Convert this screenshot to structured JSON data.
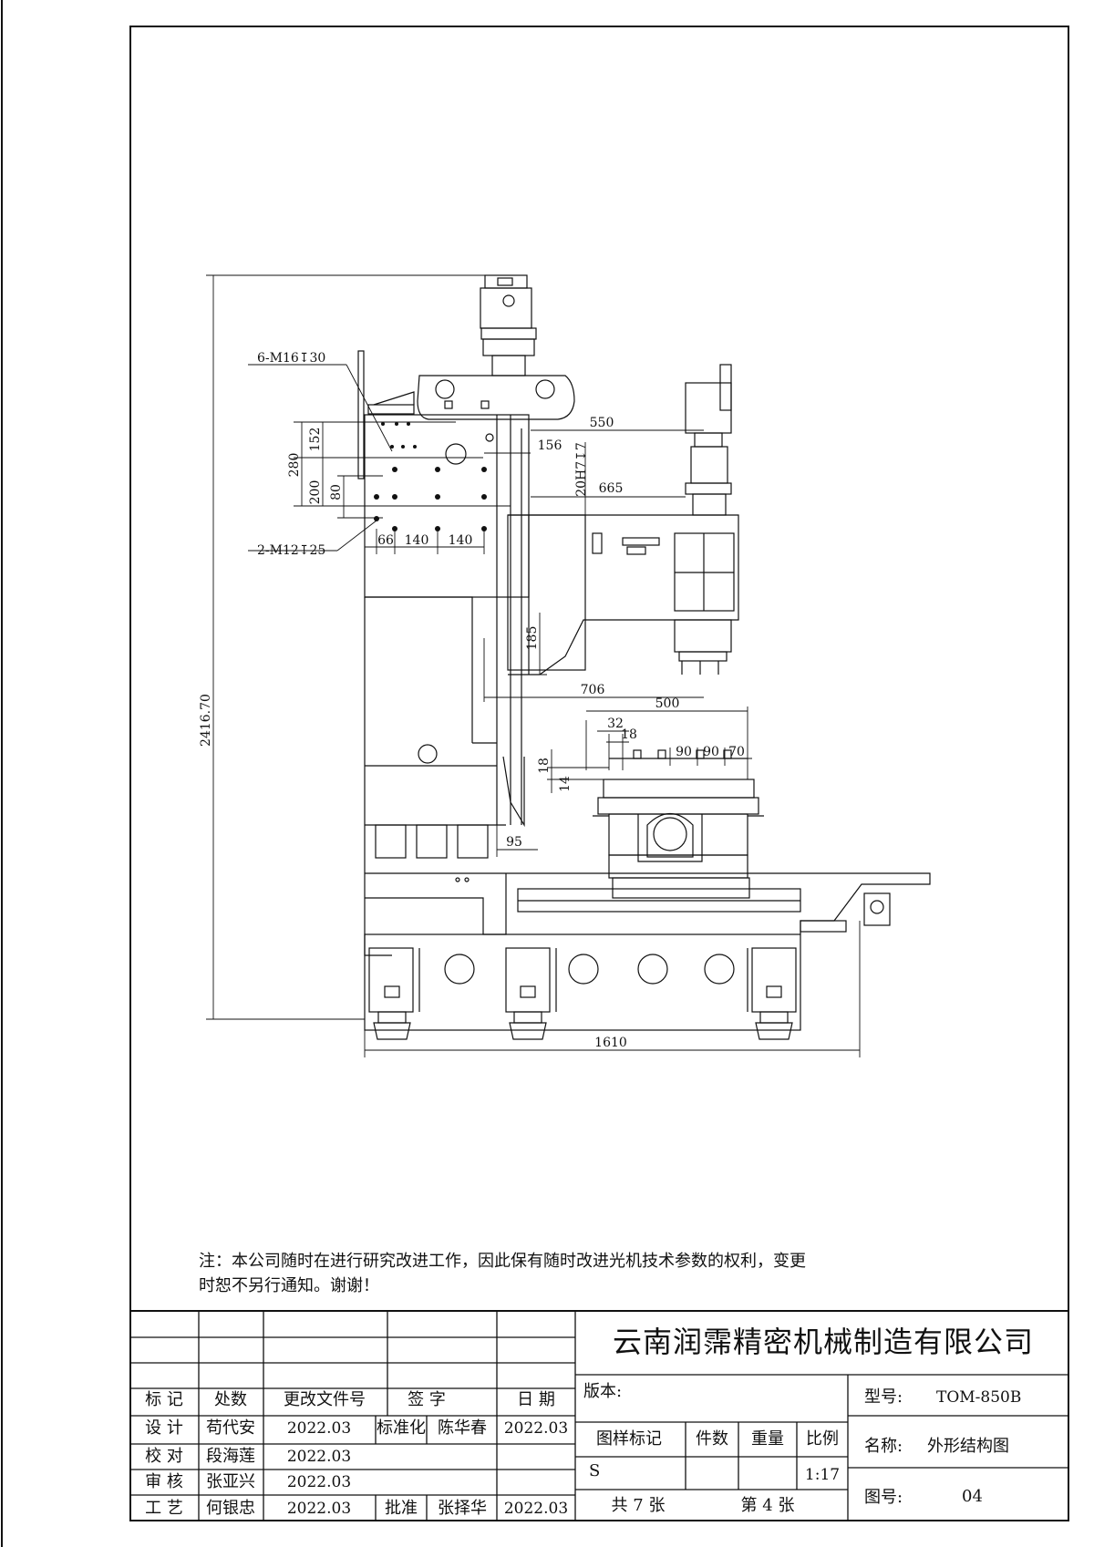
{
  "drawing": {
    "dims": {
      "overall_height": "2416.70",
      "overall_width": "1610",
      "holes_top": "6-M16↧30",
      "holes_bottom": "2-M12↧25",
      "d152": "152",
      "d280": "280",
      "d200": "200",
      "d80": "80",
      "d66": "66",
      "d140a": "140",
      "d140b": "140",
      "d550": "550",
      "d156": "156",
      "d20h7": "20H7↧7",
      "d665": "665",
      "d185": "185",
      "d706": "706",
      "d500": "500",
      "d32": "32",
      "d18a": "18",
      "d90a": "90",
      "d90b": "90",
      "d70": "70",
      "d18b": "18",
      "d14": "14",
      "d95": "95"
    }
  },
  "note": {
    "line1": "注：本公司随时在进行研究改进工作，因此保有随时改进光机技术参数的权利，变更",
    "line2": "时恕不另行通知。谢谢！"
  },
  "title_block": {
    "company": "云南润霈精密机械制造有限公司",
    "headers": {
      "mark": "标 记",
      "count": "处数",
      "doc_no": "更改文件号",
      "sign": "签 字",
      "date": "日 期"
    },
    "rows": {
      "design_label": "设 计",
      "design_name": "苟代安",
      "design_date": "2022.03",
      "std_label": "标准化",
      "std_name": "陈华春",
      "std_date": "2022.03",
      "check_label": "校 对",
      "check_name": "段海莲",
      "check_date": "2022.03",
      "review_label": "审 核",
      "review_name": "张亚兴",
      "review_date": "2022.03",
      "process_label": "工 艺",
      "process_name": "何银忠",
      "process_date": "2022.03",
      "approve_label": "批准",
      "approve_name": "张择华",
      "approve_date": "2022.03"
    },
    "version_label": "版本:",
    "pattern_mark_label": "图样标记",
    "qty_label": "件数",
    "weight_label": "重量",
    "scale_label": "比例",
    "pattern_mark": "S",
    "scale": "1:17",
    "total_sheets": "共 7 张",
    "sheet_no": "第 4 张",
    "model_label": "型号:",
    "model": "TOM-850B",
    "name_label": "名称:",
    "name": "外形结构图",
    "drawing_no_label": "图号:",
    "drawing_no": "04"
  }
}
